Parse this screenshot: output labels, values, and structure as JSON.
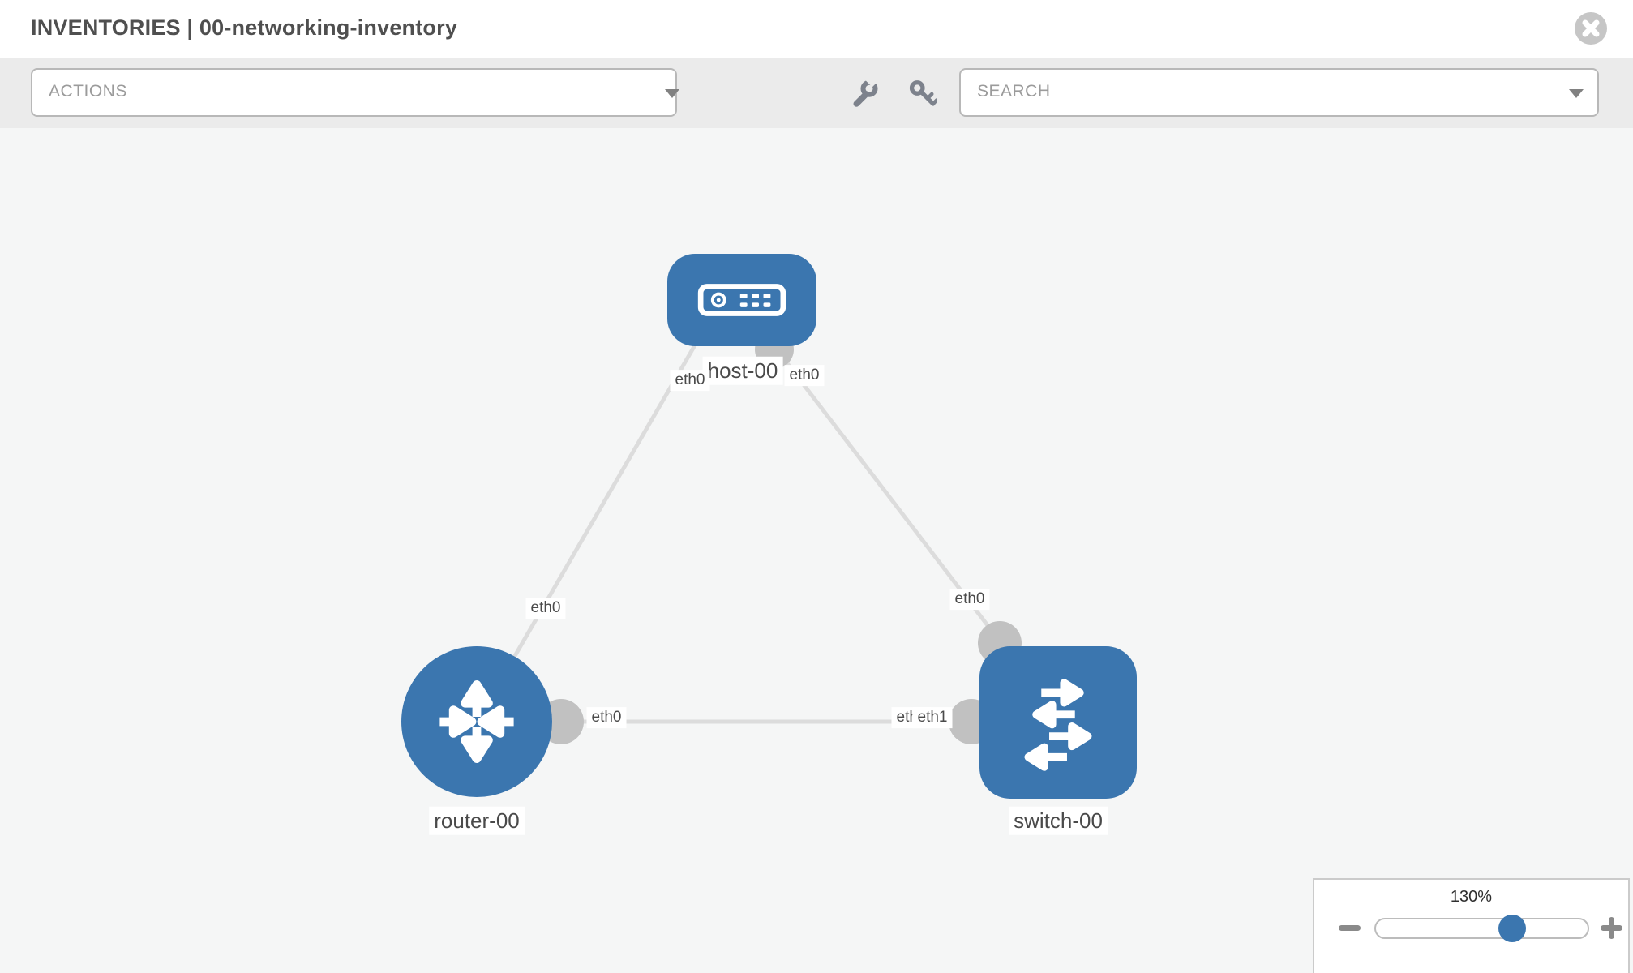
{
  "header": {
    "title": "INVENTORIES | 00-networking-inventory",
    "close_icon": "circle-x"
  },
  "toolbar": {
    "actions_placeholder": "ACTIONS",
    "search_placeholder": "SEARCH",
    "wrench_icon": "wrench",
    "key_icon": "key"
  },
  "topology": {
    "nodes": [
      {
        "id": "host-00",
        "type": "host"
      },
      {
        "id": "router-00",
        "type": "router"
      },
      {
        "id": "switch-00",
        "type": "switch"
      }
    ],
    "links": [
      {
        "from": "host-00",
        "from_if": "eth0",
        "to": "router-00",
        "to_if": "eth0"
      },
      {
        "from": "host-00",
        "from_if": "eth0",
        "to": "switch-00",
        "to_if": "eth0"
      },
      {
        "from": "router-00",
        "from_if": "eth0",
        "to": "switch-00",
        "to_if": "eth1"
      }
    ],
    "iface_chips": {
      "host_left": "eth0",
      "host_right": "eth0",
      "router_top": "eth0",
      "router_right": "eth0",
      "switch_top": "eth0",
      "switch_left_back": "eth0",
      "switch_left_front": "eth1"
    }
  },
  "zoom_control": {
    "value": "130%",
    "minus_icon": "minus",
    "plus_icon": "plus"
  },
  "colors": {
    "node_blue": "#3b76af",
    "link_gray": "#dcdcdc",
    "connector_gray": "#c1c1c1",
    "canvas_bg": "#f5f6f6",
    "toolbar_bg": "#ebebeb",
    "chip_text": "#4a4a4a"
  }
}
